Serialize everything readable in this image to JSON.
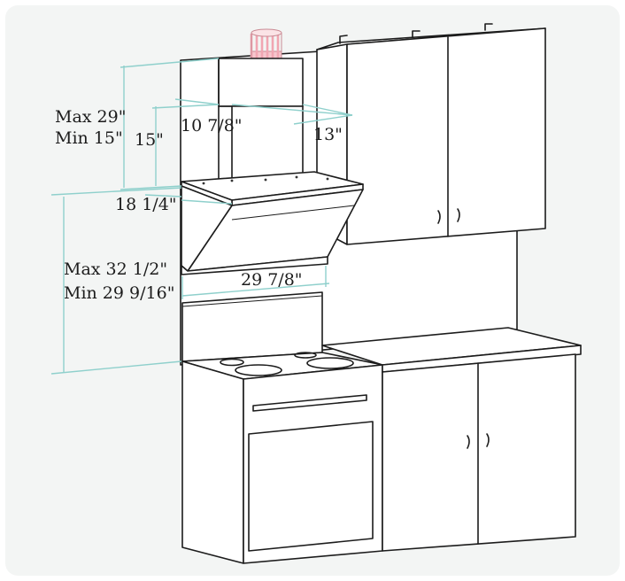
{
  "colors": {
    "line": "#1c1c1c",
    "dimension": "#8fd0cc",
    "background": "#f3f5f4",
    "duct": "#f1a6b2"
  },
  "labels": {
    "chimney_max": "Max 29\"",
    "chimney_min": "Min 15\"",
    "chimney_section": "15\"",
    "chimney_width": "10 7/8\"",
    "chimney_depth": "13\"",
    "hood_depth": "18 1/4\"",
    "install_max": "Max 32 1/2\"",
    "install_min": "Min  29 9/16\"",
    "hood_width": "29 7/8\""
  }
}
